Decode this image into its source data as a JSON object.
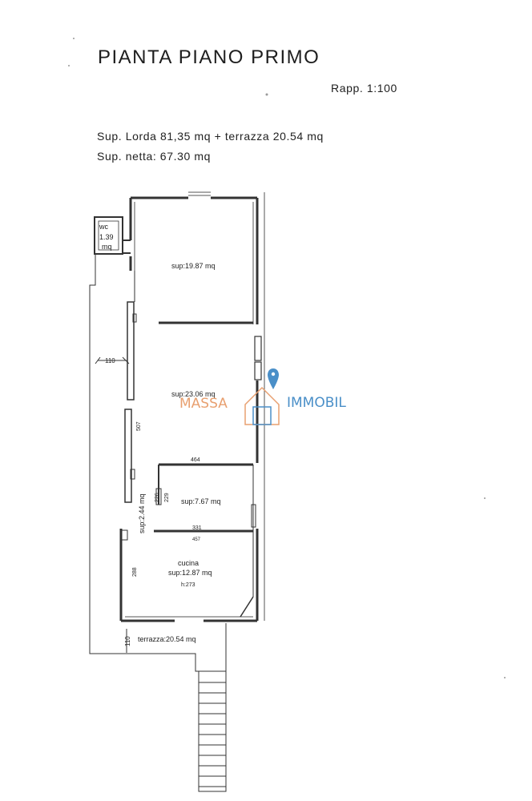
{
  "header": {
    "title": "PIANTA PIANO PRIMO",
    "scale": "Rapp. 1:100",
    "gross_area": "Sup. Lorda 81,35 mq + terrazza 20.54 mq",
    "net_area": "Sup. netta: 67.30 mq"
  },
  "rooms": {
    "wc_name": "wc",
    "wc_area_value": "1.39",
    "wc_area_unit": "mq",
    "room1_area": "sup:19.87 mq",
    "room2_area": "sup:23.06 mq",
    "room3_area": "sup:7.67 mq",
    "corridor_area": "sup:2.44 mq",
    "kitchen_name": "cucina",
    "kitchen_area": "sup:12.87 mq",
    "kitchen_height": "h:273",
    "terrace_area": "terrazza:20.54 mq"
  },
  "dimensions": {
    "d110_top": "110",
    "d110_bottom": "110",
    "d507": "507",
    "d464": "464",
    "d226": "226",
    "d229": "229",
    "d331": "331",
    "d457": "457",
    "d288": "288"
  },
  "watermark": {
    "left_text": "MASSA",
    "right_text": "IMMOBIL",
    "color_left": "#e8a070",
    "color_right": "#4a8fc8"
  }
}
